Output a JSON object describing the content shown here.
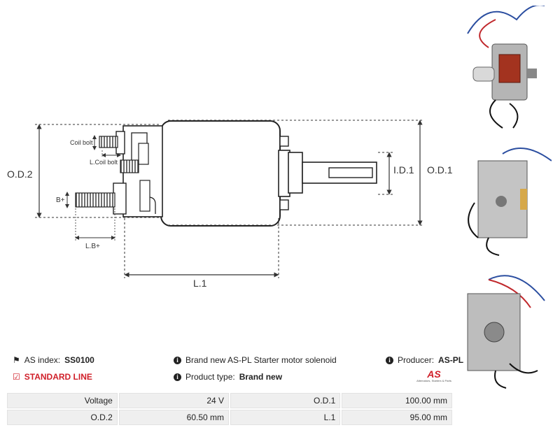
{
  "drawing": {
    "labels": {
      "od2": "O.D.2",
      "od1": "O.D.1",
      "id1": "I.D.1",
      "l1": "L.1",
      "coil_bolt": "Coil bolt",
      "l_coil_bolt": "L.Coil bolt",
      "b_plus": "B+",
      "l_b_plus": "L.B+"
    }
  },
  "info": {
    "as_index_label": "AS index:",
    "as_index_value": "SS0100",
    "standard_line": "STANDARD LINE",
    "description": "Brand new AS-PL Starter motor solenoid",
    "product_type_label": "Product type:",
    "product_type_value": "Brand new",
    "producer_label": "Producer:",
    "producer_value": "AS-PL",
    "logo_text": "AS",
    "logo_tagline": "Alternators, Starters & Parts"
  },
  "specs": [
    {
      "label": "Voltage",
      "value": "24 V",
      "label2": "O.D.1",
      "value2": "100.00 mm"
    },
    {
      "label": "O.D.2",
      "value": "60.50 mm",
      "label2": "L.1",
      "value2": "95.00 mm"
    }
  ],
  "colors": {
    "brand_red": "#d0202a",
    "cell_bg": "#efefef"
  }
}
